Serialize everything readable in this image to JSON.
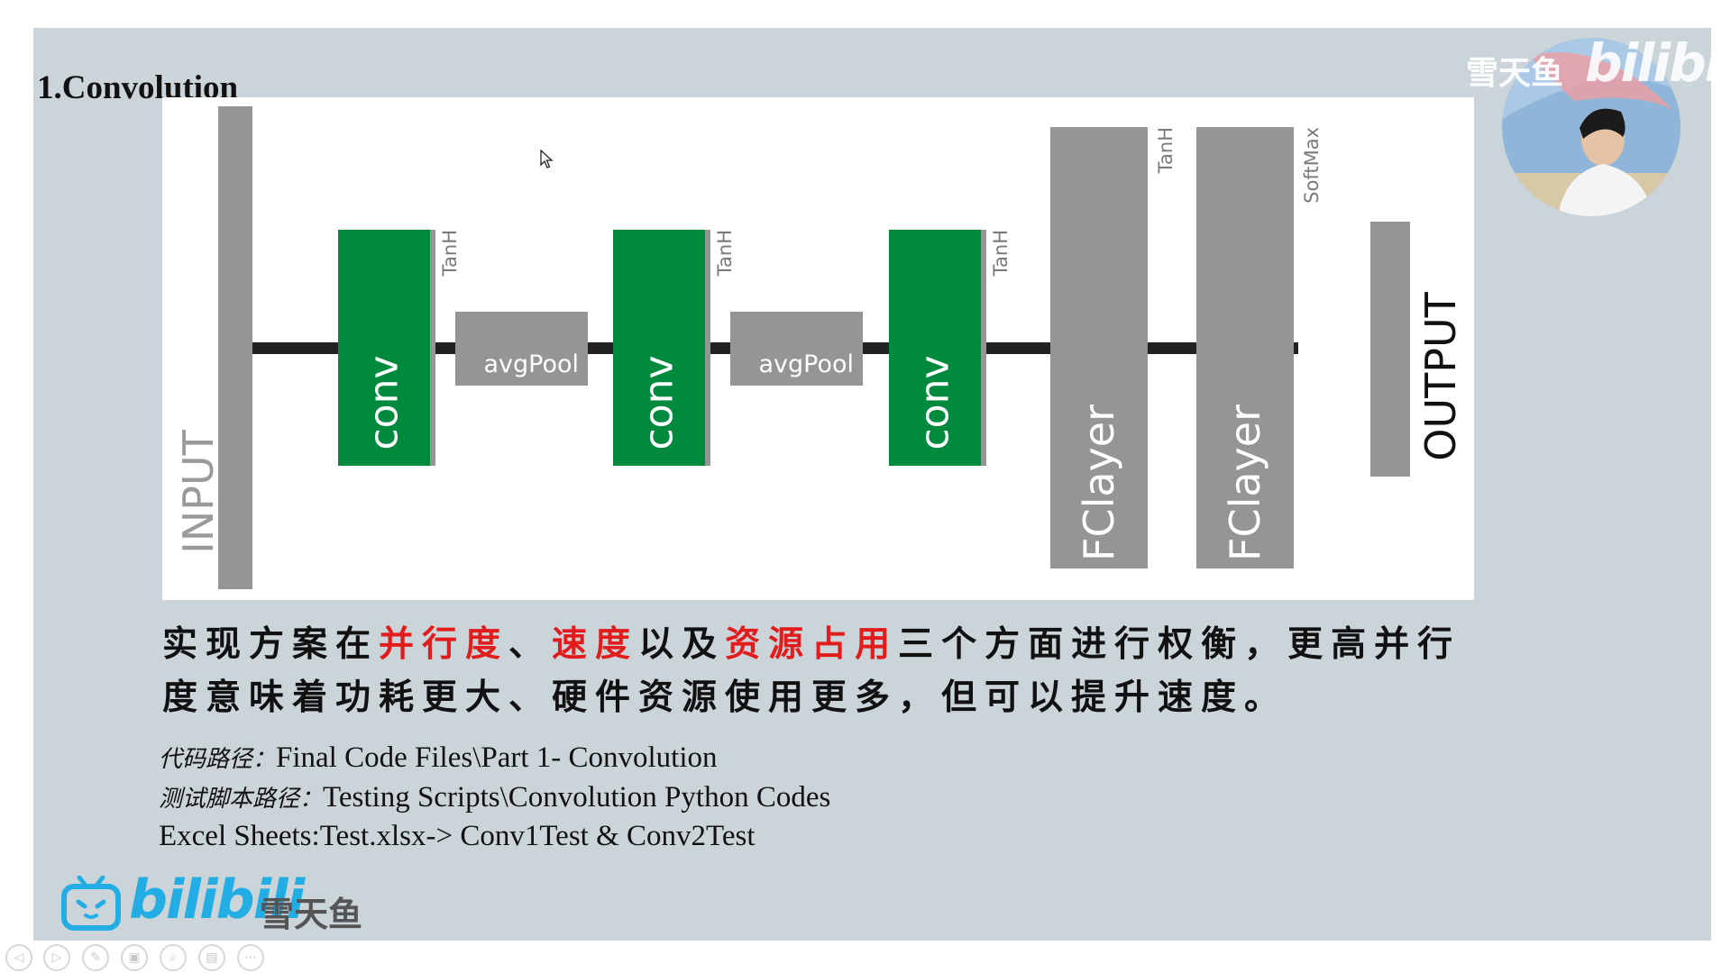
{
  "slide": {
    "title": "1.Convolution",
    "diagram": {
      "input_label": "INPUT",
      "output_label": "OUTPUT",
      "conv_label": "conv",
      "pool_label": "avgPool",
      "fc_label": "FClayer",
      "act_tanh": "TanH",
      "act_softmax": "SoftMax"
    },
    "paragraph": {
      "part1": "实现方案在",
      "red1": "并行度",
      "part2": "、",
      "red2": "速度",
      "part3": "以及",
      "red3": "资源占用",
      "part4": "三个方面进行权衡，更高并行度意味着功耗更大、硬件资源使用更多，但可以提升速度。"
    },
    "info": {
      "code_path_label": "代码路径：",
      "code_path": "Final Code Files\\Part 1- Convolution",
      "test_path_label": "测试脚本路径：",
      "test_path": "Testing Scripts\\Convolution Python Codes",
      "excel": "Excel Sheets:Test.xlsx-> Conv1Test & Conv2Test"
    }
  },
  "watermark": {
    "channel_name": "雪天鱼",
    "site_logo_text": "bilibili"
  },
  "colors": {
    "slide_bg": "#cbd5d9",
    "conv_green": "#008a3e",
    "block_gray": "#949597",
    "highlight_red": "#e21c1c",
    "bili_blue": "#23ade5"
  },
  "controls": [
    "prev-icon",
    "next-icon",
    "pen-icon",
    "slides-icon",
    "zoom-icon",
    "subtitles-icon",
    "more-icon"
  ]
}
